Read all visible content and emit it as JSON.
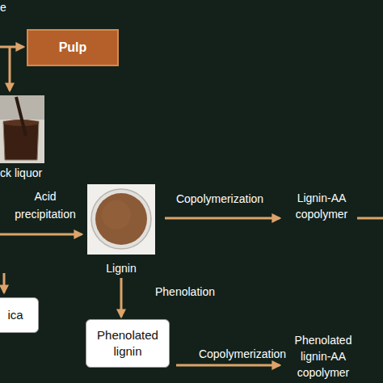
{
  "diagram": {
    "nodes": [
      {
        "text": [
          "Pulp"
        ]
      },
      {
        "text": [
          "ck liquor"
        ]
      },
      {
        "text": [
          "Lignin"
        ]
      },
      {
        "text": [
          "Lignin-AA copolymer"
        ]
      },
      {
        "text": [
          "ica"
        ]
      },
      {
        "text": [
          "Phenolated lignin"
        ]
      },
      {
        "text": [
          "Phenolated lignin-AA copolymer"
        ]
      }
    ],
    "edges": [
      {
        "from": 2,
        "to": 3,
        "label": "Copolymerization",
        "arrow": "to"
      },
      {
        "from": 2,
        "to": 5,
        "label": "Phenolation",
        "arrow": "to"
      },
      {
        "from": 5,
        "to": 6,
        "label": "Copolymerization",
        "arrow": "to"
      }
    ],
    "labels": [
      "e",
      "Acid precipitation"
    ]
  }
}
